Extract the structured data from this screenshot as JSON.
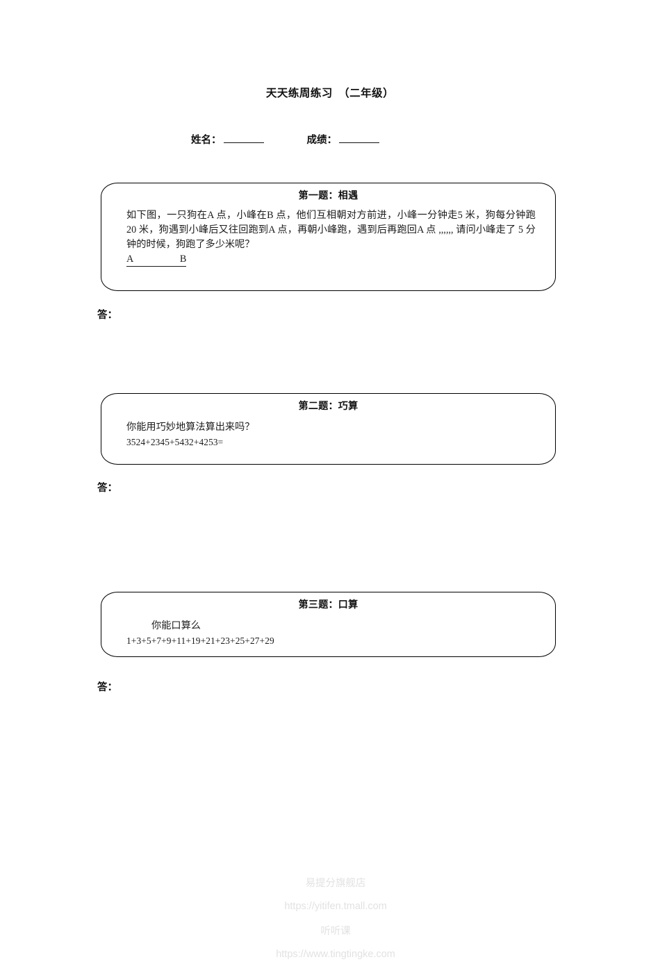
{
  "document": {
    "title": "天天练周练习　（二年级）"
  },
  "header": {
    "name_label": "姓名：",
    "score_label": "成绩："
  },
  "answer_label": "答：",
  "problems": [
    {
      "heading": "第一题：相遇",
      "lines": [
        "如下图，一只狗在A 点，小峰在B 点，他们互相朝对方前进，小峰一分钟走5 米，狗每分钟跑 20 米，狗遇到小峰后又往回跑到A 点，再朝小峰跑，遇到后再跑回A 点 ,,,,,, 请问小峰走了 5 分钟的时候，狗跑了多少米呢？"
      ],
      "diagram": "A                   B"
    },
    {
      "heading": "第二题：巧算",
      "lines": [
        "你能用巧妙地算法算出来吗？"
      ],
      "expression": "3524+2345+5432+4253="
    },
    {
      "heading": "第三题：口算",
      "lines": [
        "你能口算么"
      ],
      "expression": "1+3+5+7+9+11+19+21+23+25+27+29"
    }
  ],
  "footer": {
    "store_name": "易提分旗舰店",
    "store_url": "https://yitifen.tmall.com",
    "site_name": "听听课",
    "site_url": "https://www.tingtingke.com"
  }
}
